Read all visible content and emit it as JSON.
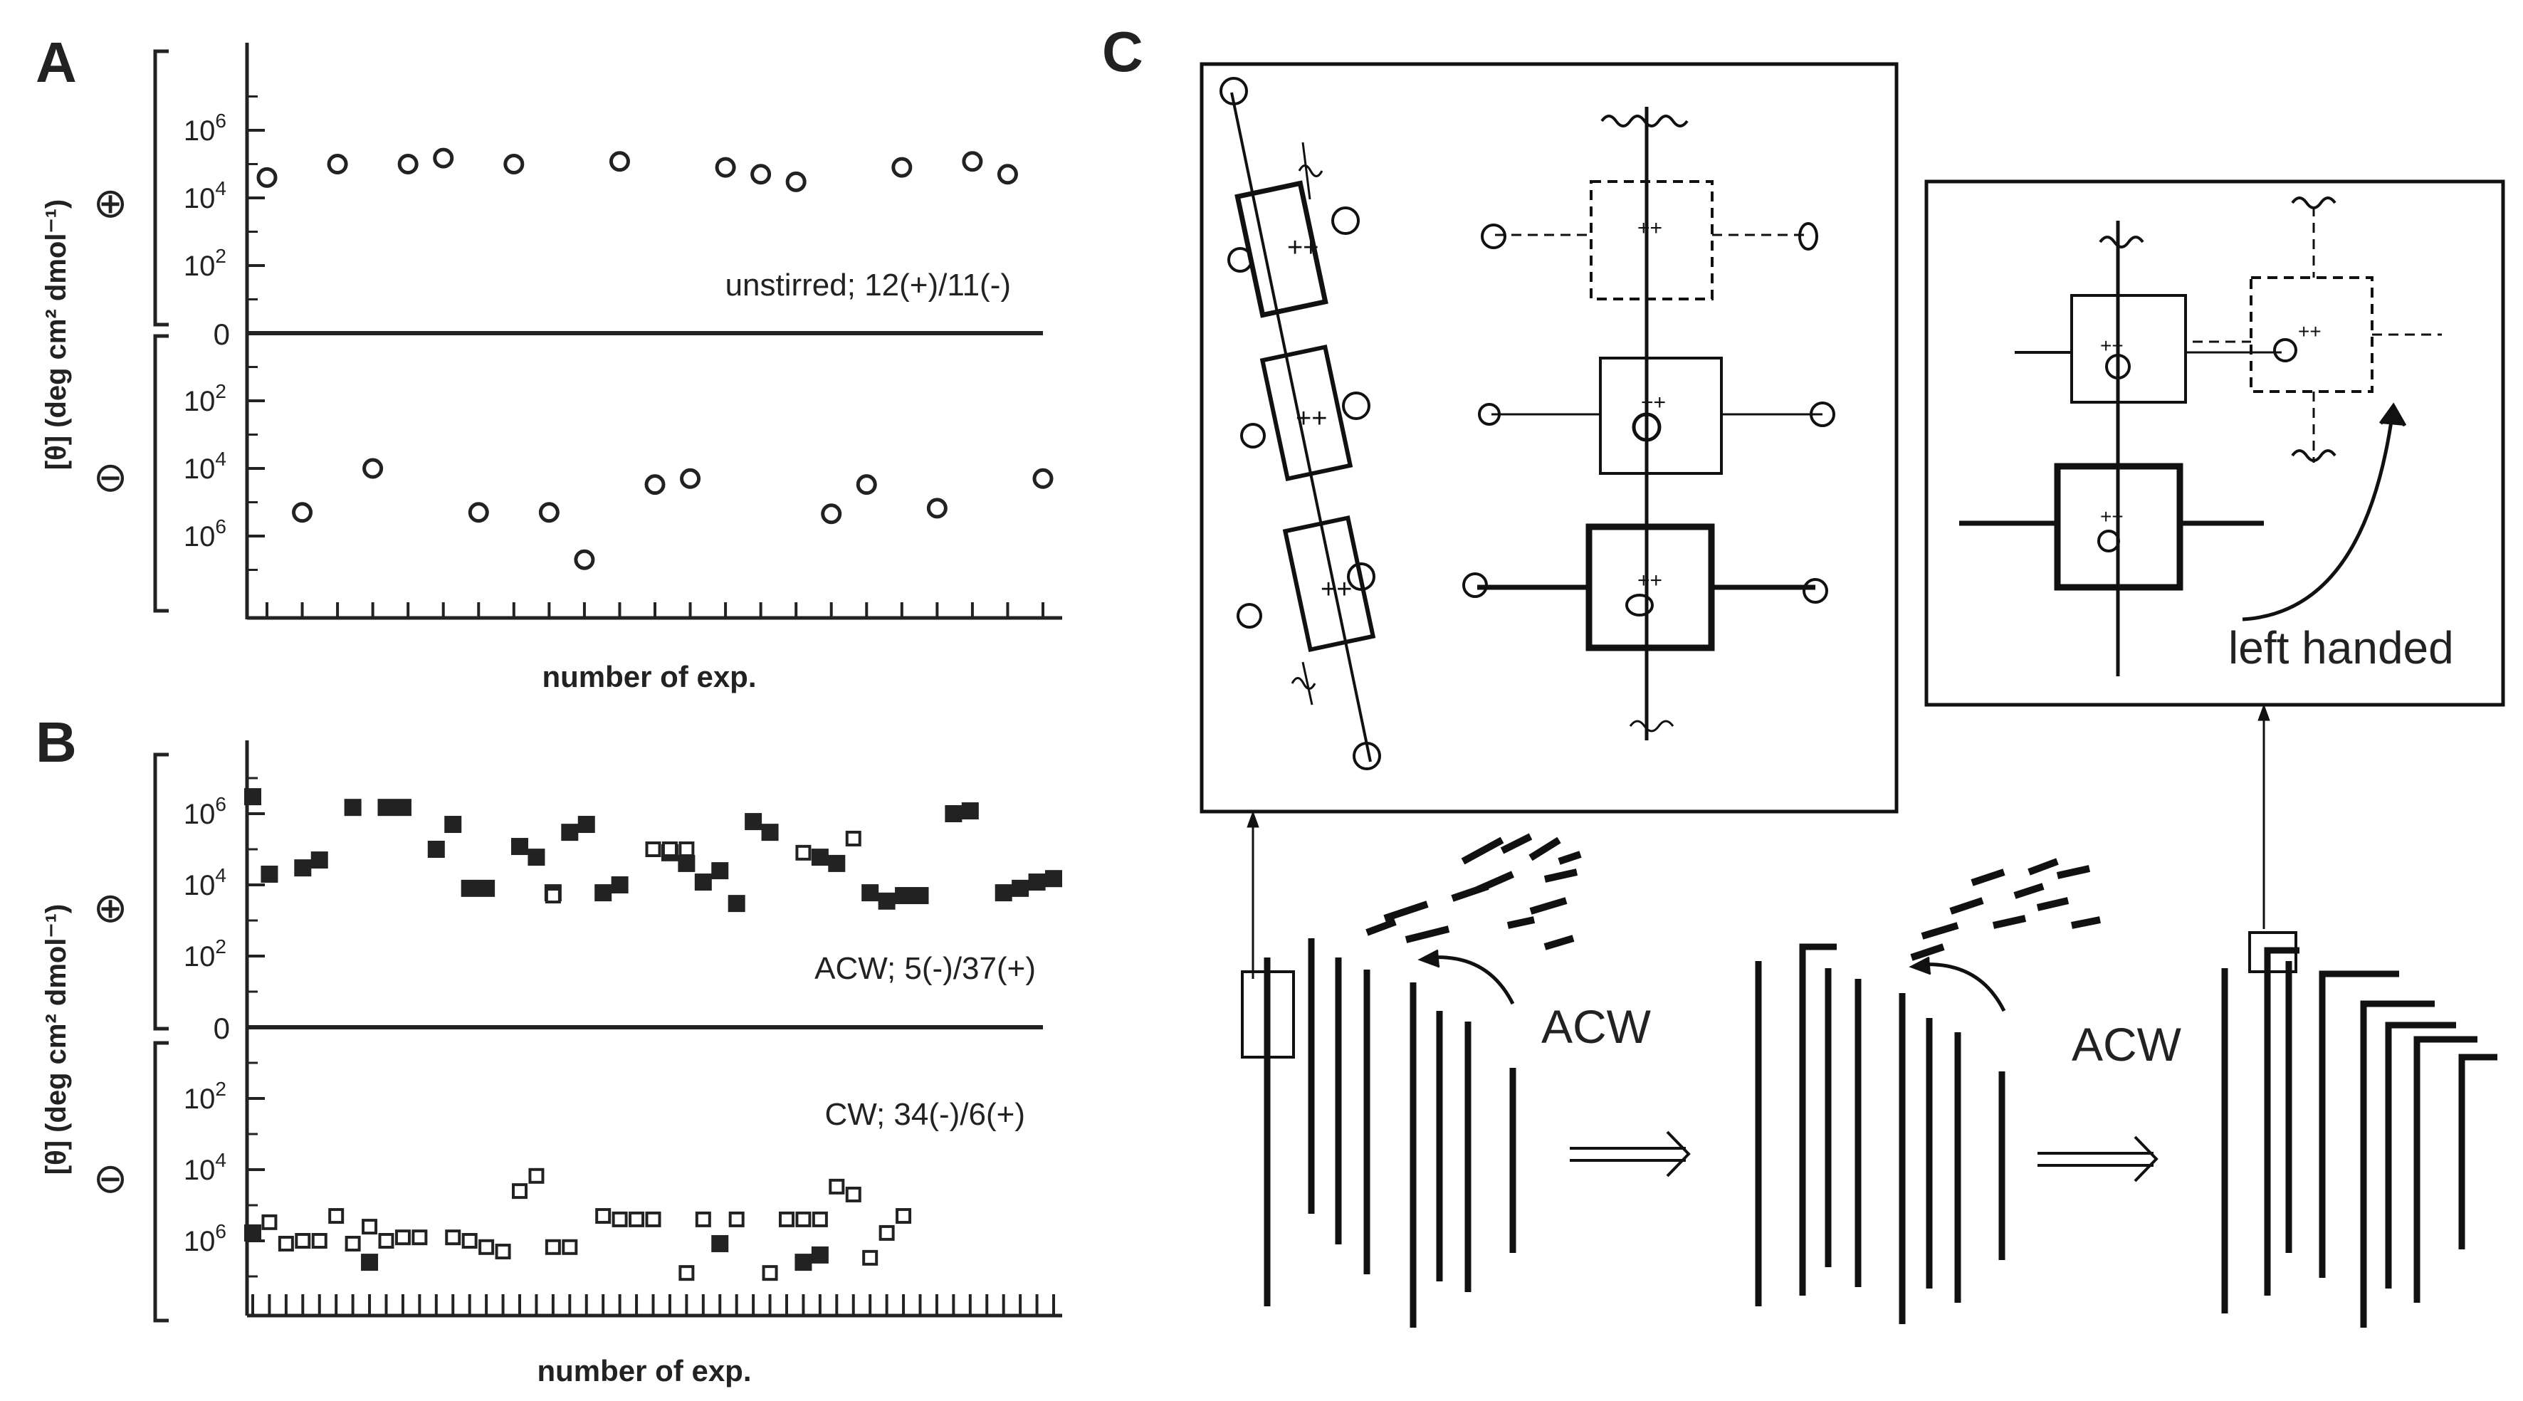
{
  "panels": {
    "A": {
      "letter": "A",
      "ylabel": "[θ] (deg cm² dmol⁻¹)",
      "plus_sign": "⊕",
      "minus_sign": "⊖",
      "zero_label": "0",
      "xlabel": "number of exp.",
      "annotation": "unstirred; 12(+)/11(-)"
    },
    "B": {
      "letter": "B",
      "ylabel": "[θ] (deg cm² dmol⁻¹)",
      "plus_sign": "⊕",
      "minus_sign": "⊖",
      "zero_label": "0",
      "xlabel": "number of exp.",
      "annotation_top": "ACW; 5(-)/37(+)",
      "annotation_bottom": "CW; 34(-)/6(+)"
    },
    "C": {
      "letter": "C",
      "label_acw_1": "ACW",
      "label_acw_2": "ACW",
      "label_left_handed": "left handed",
      "box_label": "++"
    }
  },
  "chart_data": [
    {
      "type": "scatter",
      "panel": "A",
      "title": "",
      "xlabel": "number of exp.",
      "ylabel": "[θ] (deg cm² dmol⁻¹)",
      "y_scale": "log, mirrored about 0 (positive above, negative below)",
      "yticks_positive": [
        "10^2",
        "10^4",
        "10^6"
      ],
      "yticks_negative": [
        "10^2",
        "10^4",
        "10^6"
      ],
      "grid": false,
      "marker": "open circle",
      "series": [
        {
          "name": "unstirred; 12(+)/11(-)",
          "points": [
            {
              "exp": 1,
              "sign": "+",
              "value": 40000.0
            },
            {
              "exp": 2,
              "sign": "-",
              "value": 200000.0
            },
            {
              "exp": 3,
              "sign": "+",
              "value": 100000.0
            },
            {
              "exp": 4,
              "sign": "-",
              "value": 10000.0
            },
            {
              "exp": 5,
              "sign": "+",
              "value": 100000.0
            },
            {
              "exp": 6,
              "sign": "+",
              "value": 150000.0
            },
            {
              "exp": 7,
              "sign": "-",
              "value": 200000.0
            },
            {
              "exp": 8,
              "sign": "+",
              "value": 100000.0
            },
            {
              "exp": 9,
              "sign": "-",
              "value": 200000.0
            },
            {
              "exp": 10,
              "sign": "-",
              "value": 5000000.0
            },
            {
              "exp": 11,
              "sign": "+",
              "value": 120000.0
            },
            {
              "exp": 12,
              "sign": "-",
              "value": 30000.0
            },
            {
              "exp": 13,
              "sign": "-",
              "value": 20000.0
            },
            {
              "exp": 14,
              "sign": "+",
              "value": 80000.0
            },
            {
              "exp": 15,
              "sign": "+",
              "value": 50000.0
            },
            {
              "exp": 16,
              "sign": "+",
              "value": 30000.0
            },
            {
              "exp": 17,
              "sign": "-",
              "value": 220000.0
            },
            {
              "exp": 18,
              "sign": "-",
              "value": 30000.0
            },
            {
              "exp": 19,
              "sign": "+",
              "value": 80000.0
            },
            {
              "exp": 20,
              "sign": "-",
              "value": 150000.0
            },
            {
              "exp": 21,
              "sign": "+",
              "value": 120000.0
            },
            {
              "exp": 22,
              "sign": "+",
              "value": 50000.0
            },
            {
              "exp": 23,
              "sign": "-",
              "value": 20000.0
            }
          ]
        }
      ]
    },
    {
      "type": "scatter",
      "panel": "B",
      "title": "",
      "xlabel": "number of exp.",
      "ylabel": "[θ] (deg cm² dmol⁻¹)",
      "y_scale": "log, mirrored about 0 (positive above, negative below)",
      "yticks_positive": [
        "10^2",
        "10^4",
        "10^6"
      ],
      "yticks_negative": [
        "10^2",
        "10^4",
        "10^6"
      ],
      "grid": false,
      "series": [
        {
          "name": "ACW; 5(-)/37(+)",
          "marker": "filled square",
          "points_positive": [
            [
              1,
              3000000.0
            ],
            [
              2,
              20000.0
            ],
            [
              4,
              30000.0
            ],
            [
              5,
              50000.0
            ],
            [
              7,
              1500000.0
            ],
            [
              9,
              1500000.0
            ],
            [
              10,
              1500000.0
            ],
            [
              12,
              100000.0
            ],
            [
              13,
              500000.0
            ],
            [
              14,
              8000.0
            ],
            [
              15,
              8000.0
            ],
            [
              17,
              120000.0
            ],
            [
              18,
              60000.0
            ],
            [
              19,
              6000.0
            ],
            [
              20,
              300000.0
            ],
            [
              21,
              500000.0
            ],
            [
              22,
              6000.0
            ],
            [
              23,
              10000.0
            ],
            [
              26,
              80000.0
            ],
            [
              27,
              40000.0
            ],
            [
              28,
              12000.0
            ],
            [
              29,
              25000.0
            ],
            [
              30,
              3000.0
            ],
            [
              31,
              600000.0
            ],
            [
              32,
              300000.0
            ],
            [
              35,
              60000.0
            ],
            [
              36,
              40000.0
            ],
            [
              38,
              6000.0
            ],
            [
              39,
              3500.0
            ],
            [
              40,
              5000.0
            ],
            [
              41,
              5000.0
            ],
            [
              43,
              1000000.0
            ],
            [
              44,
              1200000.0
            ],
            [
              46,
              6000.0
            ],
            [
              47,
              8000.0
            ],
            [
              48,
              12000.0
            ],
            [
              49,
              15000.0
            ]
          ],
          "points_negative": [
            [
              1,
              600000.0
            ],
            [
              8,
              4000000.0
            ],
            [
              29,
              1200000.0
            ],
            [
              34,
              4000000.0
            ],
            [
              35,
              2500000.0
            ]
          ]
        },
        {
          "name": "CW; 34(-)/6(+)",
          "marker": "open square",
          "points_negative": [
            [
              2,
              300000.0
            ],
            [
              3,
              1200000.0
            ],
            [
              4,
              1000000.0
            ],
            [
              5,
              1000000.0
            ],
            [
              6,
              200000.0
            ],
            [
              7,
              1200000.0
            ],
            [
              8,
              400000.0
            ],
            [
              9,
              1000000.0
            ],
            [
              10,
              800000.0
            ],
            [
              11,
              800000.0
            ],
            [
              13,
              800000.0
            ],
            [
              14,
              1000000.0
            ],
            [
              15,
              1500000.0
            ],
            [
              16,
              2000000.0
            ],
            [
              17,
              40000.0
            ],
            [
              18,
              15000.0
            ],
            [
              19,
              1500000.0
            ],
            [
              20,
              1500000.0
            ],
            [
              22,
              200000.0
            ],
            [
              23,
              250000.0
            ],
            [
              24,
              250000.0
            ],
            [
              25,
              250000.0
            ],
            [
              27,
              8000000.0
            ],
            [
              28,
              250000.0
            ],
            [
              30,
              250000.0
            ],
            [
              32,
              8000000.0
            ],
            [
              33,
              250000.0
            ],
            [
              34,
              250000.0
            ],
            [
              35,
              250000.0
            ],
            [
              36,
              30000.0
            ],
            [
              37,
              50000.0
            ],
            [
              38,
              3000000.0
            ],
            [
              39,
              600000.0
            ],
            [
              40,
              200000.0
            ]
          ],
          "points_positive": [
            [
              19,
              5000.0
            ],
            [
              25,
              100000.0
            ],
            [
              26,
              100000.0
            ],
            [
              27,
              100000.0
            ],
            [
              34,
              80000.0
            ],
            [
              37,
              200000.0
            ]
          ]
        }
      ]
    }
  ]
}
